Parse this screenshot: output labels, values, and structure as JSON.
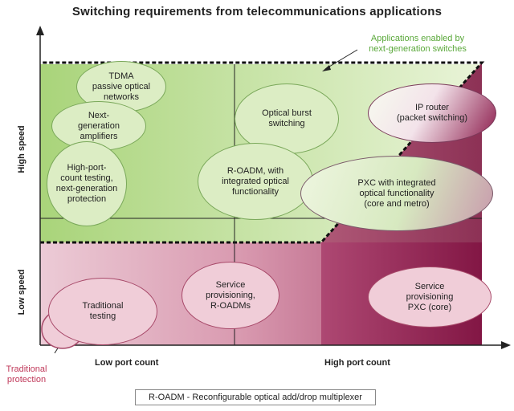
{
  "title": "Switching requirements from telecommunications applications",
  "annotation_green": [
    "Applications enabled by",
    "next-generation switches"
  ],
  "annotation_red": [
    "Traditional",
    "protection"
  ],
  "axes": {
    "y_high": "High speed",
    "y_low": "Low speed",
    "x_low": "Low port count",
    "x_high": "High port count"
  },
  "ellipses": {
    "tdma": [
      "TDMA",
      "passive optical",
      "networks"
    ],
    "amplifiers": [
      "Next-",
      "generation",
      "amplifiers"
    ],
    "testing_hp": [
      "High-port-",
      "count testing,",
      "next-generation",
      "protection"
    ],
    "burst": [
      "Optical burst",
      "switching"
    ],
    "roadm_int": [
      "R-OADM, with",
      "integrated optical",
      "functionality"
    ],
    "ip_router": [
      "IP router",
      "(packet switching)"
    ],
    "pxc_int": [
      "PXC with integrated",
      "optical functionality",
      "(core and metro)"
    ],
    "trad_testing": [
      "Traditional",
      "testing"
    ],
    "service_roadm": [
      "Service",
      "provisioning,",
      "R-OADMs"
    ],
    "service_pxc": [
      "Service",
      "provisioning",
      "PXC (core)"
    ]
  },
  "legend": "R-OADM - Reconfigurable optical add/drop multiplexer",
  "colors": {
    "green_region": "#b4d98a",
    "pink_region": "#e7bccb",
    "maroon": "#8c1c4c",
    "green_text": "#5aa83a",
    "red_text": "#c0395a"
  }
}
